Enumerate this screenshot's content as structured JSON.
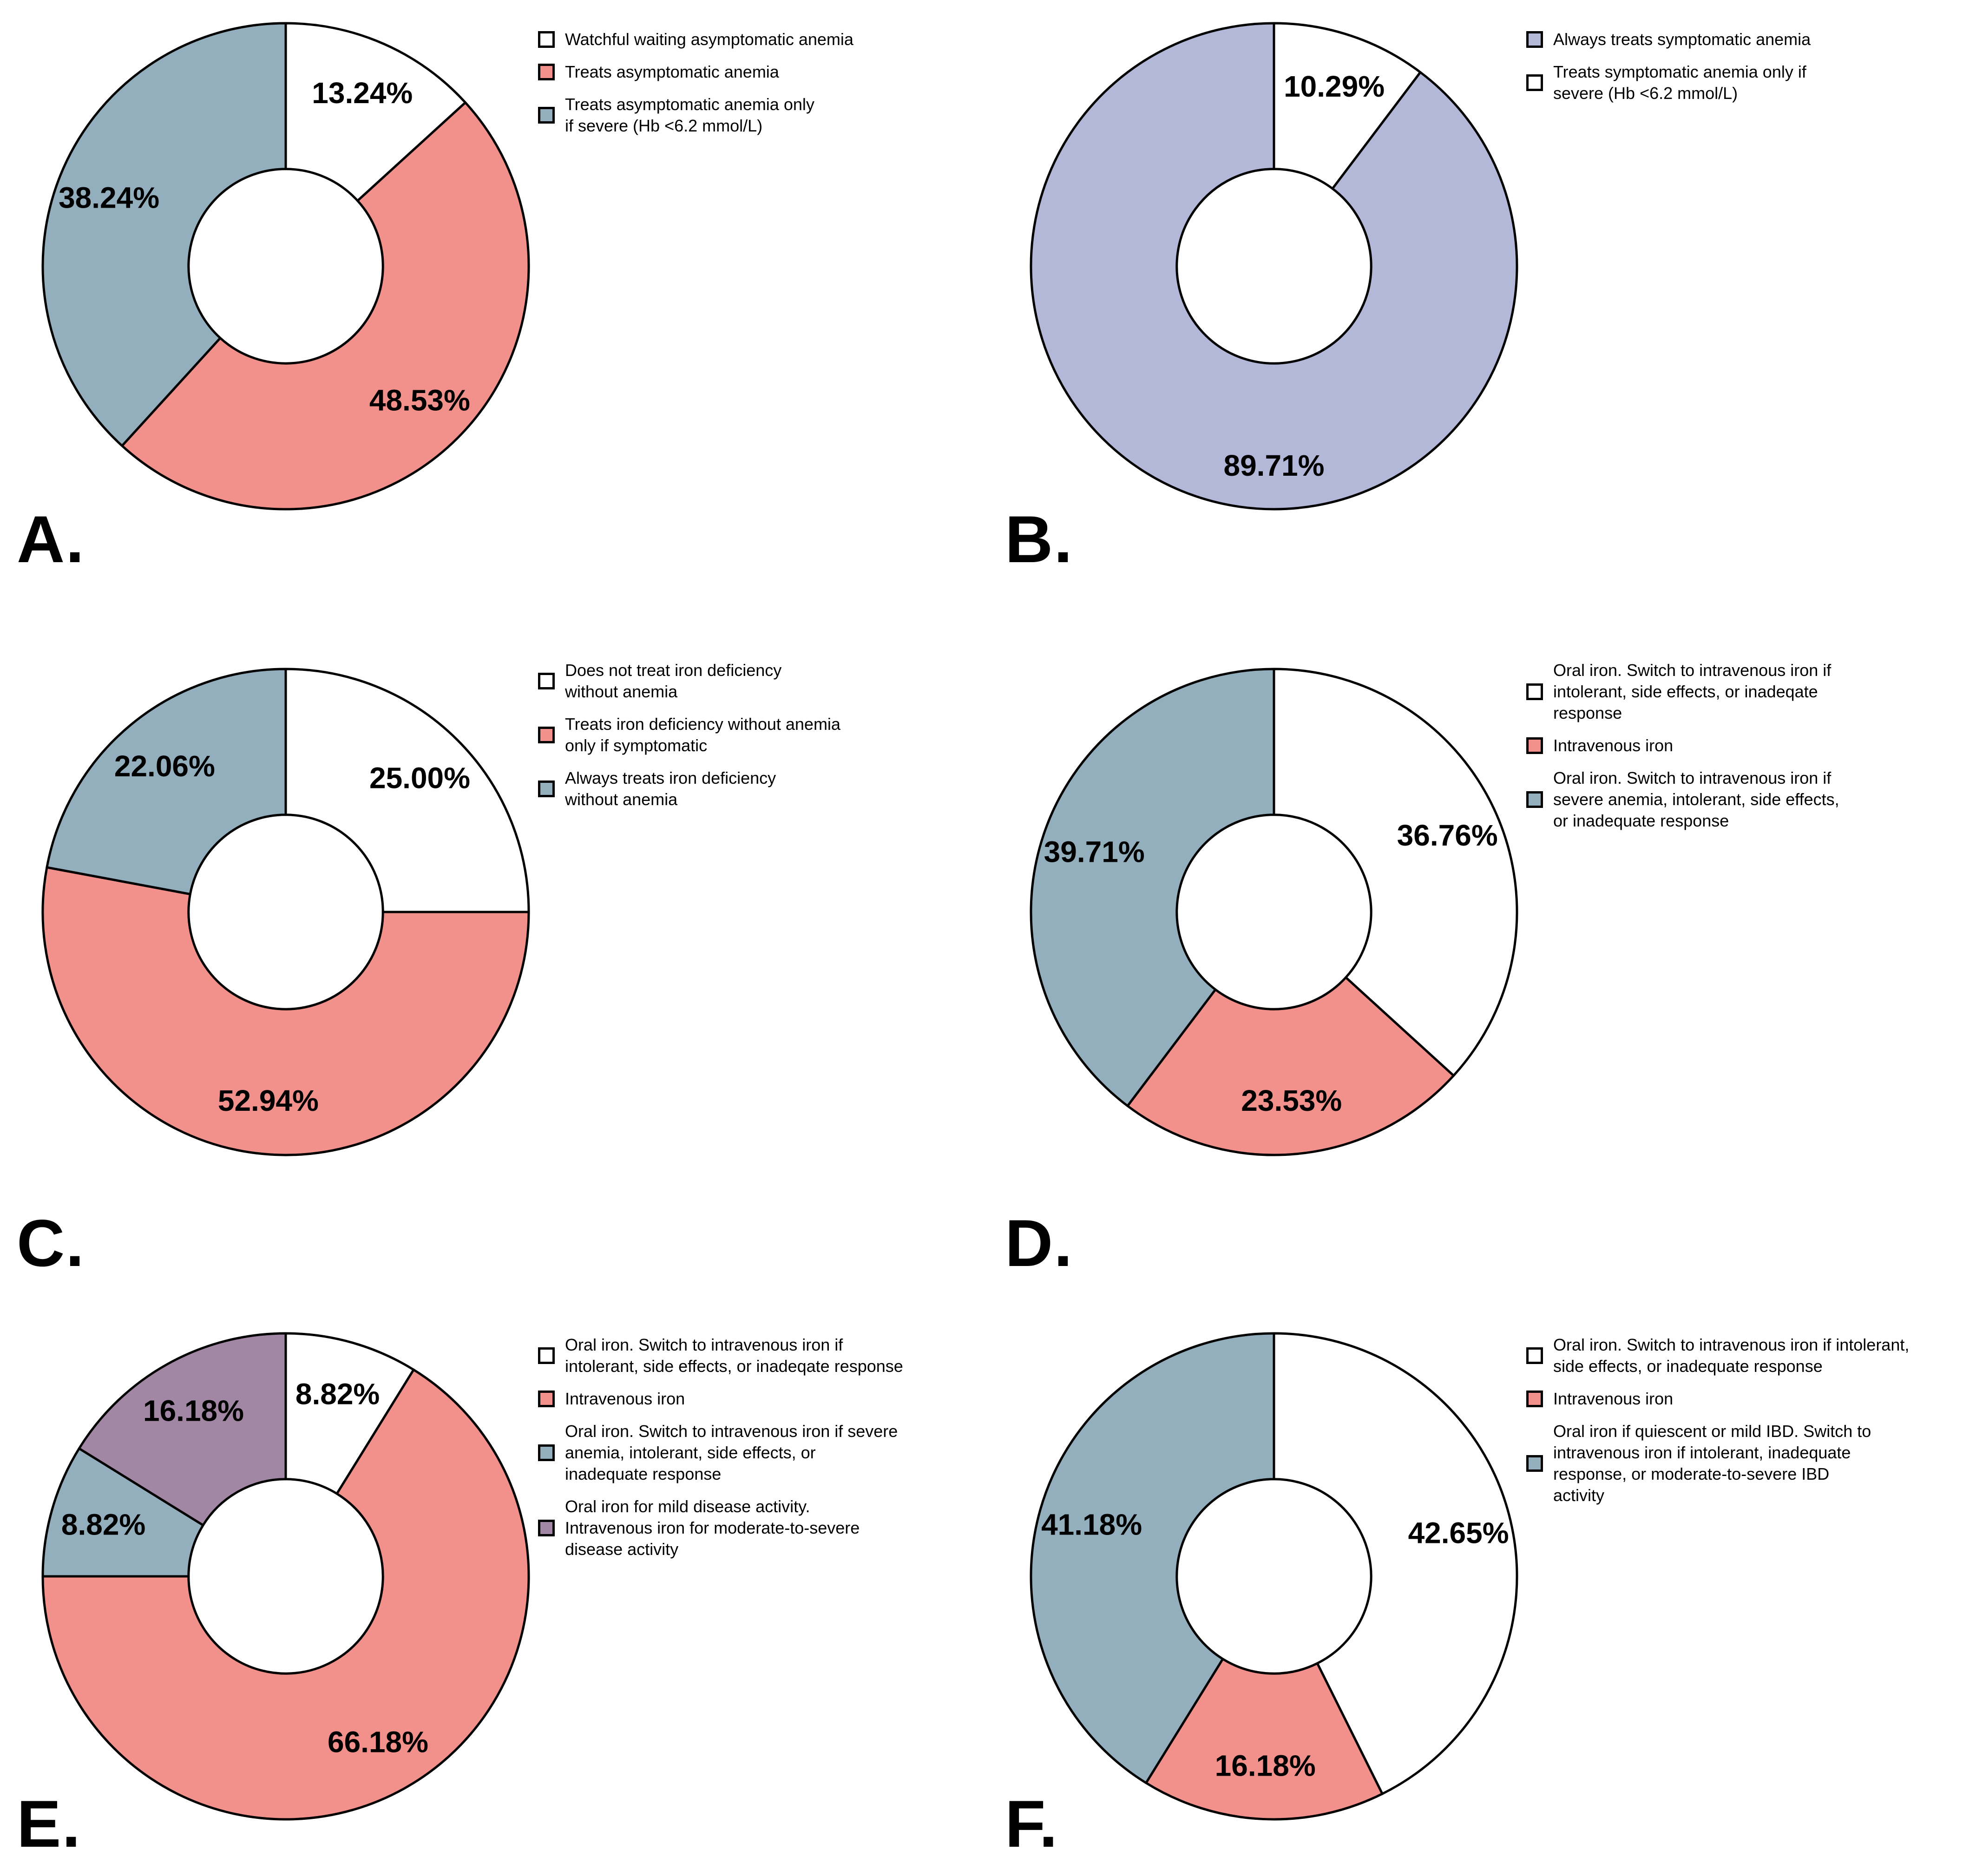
{
  "figure": {
    "background": "#ffffff",
    "text_color": "#000000",
    "outline_color": "#000000"
  },
  "palette": {
    "white": "#ffffff",
    "pink": "#F2908B",
    "blue": "#93AFBE",
    "lavender": "#B3B8D9",
    "purple": "#A287A4"
  },
  "chart_data": [
    {
      "type": "pie",
      "subtype": "donut",
      "panel_label": "A.",
      "hole_ratio": 0.4,
      "start_angle_deg": 0,
      "direction": "clockwise",
      "slices": [
        {
          "label": "Watchful waiting asymptomatic anemia",
          "value": 13.24,
          "pct_label": "13.24%",
          "color_key": "white"
        },
        {
          "label": "Treats asymptomatic anemia",
          "value": 48.53,
          "pct_label": "48.53%",
          "color_key": "pink"
        },
        {
          "label": "Treats asymptomatic anemia only if severe (Hb <6.2 mmol/L)",
          "value": 38.24,
          "pct_label": "38.24%",
          "color_key": "blue"
        }
      ],
      "legend": [
        {
          "color_key": "white",
          "lines": [
            "Watchful waiting asymptomatic anemia"
          ]
        },
        {
          "color_key": "pink",
          "lines": [
            "Treats asymptomatic anemia"
          ]
        },
        {
          "color_key": "blue",
          "lines": [
            "Treats asymptomatic anemia only",
            "if severe (Hb <6.2 mmol/L)"
          ]
        }
      ]
    },
    {
      "type": "pie",
      "subtype": "donut",
      "panel_label": "B.",
      "hole_ratio": 0.4,
      "start_angle_deg": 0,
      "direction": "clockwise",
      "slices": [
        {
          "label": "Treats symptomatic anemia only if severe (Hb <6.2 mmol/L)",
          "value": 10.29,
          "pct_label": "10.29%",
          "color_key": "white"
        },
        {
          "label": "Always treats symptomatic anemia",
          "value": 89.71,
          "pct_label": "89.71%",
          "color_key": "lavender",
          "label_angle_deg": 180,
          "label_r_ratio": 0.82
        }
      ],
      "legend": [
        {
          "color_key": "lavender",
          "lines": [
            "Always treats symptomatic anemia"
          ]
        },
        {
          "color_key": "white",
          "lines": [
            "Treats symptomatic anemia only if",
            "severe (Hb <6.2 mmol/L)"
          ]
        }
      ]
    },
    {
      "type": "pie",
      "subtype": "donut",
      "panel_label": "C.",
      "hole_ratio": 0.4,
      "start_angle_deg": 0,
      "direction": "clockwise",
      "slices": [
        {
          "label": "Does not treat iron deficiency without anemia",
          "value": 25.0,
          "pct_label": "25.00%",
          "color_key": "white"
        },
        {
          "label": "Treats iron deficiency without anemia only if symptomatic",
          "value": 52.94,
          "pct_label": "52.94%",
          "color_key": "pink"
        },
        {
          "label": "Always treats iron deficiency without anemia",
          "value": 22.06,
          "pct_label": "22.06%",
          "color_key": "blue"
        }
      ],
      "legend": [
        {
          "color_key": "white",
          "lines": [
            "Does not treat iron deficiency",
            "without anemia"
          ]
        },
        {
          "color_key": "pink",
          "lines": [
            "Treats iron deficiency without anemia",
            "only if symptomatic"
          ]
        },
        {
          "color_key": "blue",
          "lines": [
            "Always treats iron deficiency",
            "without anemia"
          ]
        }
      ]
    },
    {
      "type": "pie",
      "subtype": "donut",
      "panel_label": "D.",
      "hole_ratio": 0.4,
      "start_angle_deg": 0,
      "direction": "clockwise",
      "slices": [
        {
          "label": "Oral iron. Switch to intravenous iron if intolerant, side effects, or inadeqate response",
          "value": 36.76,
          "pct_label": "36.76%",
          "color_key": "white"
        },
        {
          "label": "Intravenous iron",
          "value": 23.53,
          "pct_label": "23.53%",
          "color_key": "pink"
        },
        {
          "label": "Oral iron. Switch to intravenous iron if severe anemia, intolerant, side effects, or inadequate response",
          "value": 39.71,
          "pct_label": "39.71%",
          "color_key": "blue"
        }
      ],
      "legend": [
        {
          "color_key": "white",
          "lines": [
            "Oral iron. Switch to intravenous iron if",
            "intolerant, side effects, or inadeqate",
            "response"
          ]
        },
        {
          "color_key": "pink",
          "lines": [
            "Intravenous iron"
          ]
        },
        {
          "color_key": "blue",
          "lines": [
            "Oral iron. Switch to intravenous iron if",
            "severe anemia, intolerant, side effects,",
            "or inadequate response"
          ]
        }
      ]
    },
    {
      "type": "pie",
      "subtype": "donut",
      "panel_label": "E.",
      "hole_ratio": 0.4,
      "start_angle_deg": 0,
      "direction": "clockwise",
      "slices": [
        {
          "label": "Oral iron. Switch to intravenous iron if intolerant, side effects, or inadeqate response",
          "value": 8.82,
          "pct_label": "8.82%",
          "color_key": "white"
        },
        {
          "label": "Intravenous iron",
          "value": 66.18,
          "pct_label": "66.18%",
          "color_key": "pink"
        },
        {
          "label": "Oral iron. Switch to intravenous iron if severe anemia, intolerant, side effects, or inadequate response",
          "value": 8.82,
          "pct_label": "8.82%",
          "color_key": "blue"
        },
        {
          "label": "Oral iron for mild disease activity. Intravenous iron for moderate-to-severe disease activity",
          "value": 16.18,
          "pct_label": "16.18%",
          "color_key": "purple"
        }
      ],
      "legend": [
        {
          "color_key": "white",
          "lines": [
            "Oral iron. Switch to intravenous iron if",
            "intolerant, side effects, or inadeqate response"
          ]
        },
        {
          "color_key": "pink",
          "lines": [
            "Intravenous iron"
          ]
        },
        {
          "color_key": "blue",
          "lines": [
            "Oral iron. Switch to intravenous iron if severe",
            "anemia, intolerant, side effects, or",
            "inadequate response"
          ]
        },
        {
          "color_key": "purple",
          "lines": [
            "Oral iron for mild disease activity.",
            "Intravenous iron for moderate-to-severe",
            "disease activity"
          ]
        }
      ]
    },
    {
      "type": "pie",
      "subtype": "donut",
      "panel_label": "F.",
      "hole_ratio": 0.4,
      "start_angle_deg": 0,
      "direction": "clockwise",
      "slices": [
        {
          "label": "Oral iron. Switch to intravenous iron if intolerant, side effects, or inadequate response",
          "value": 42.65,
          "pct_label": "42.65%",
          "color_key": "white"
        },
        {
          "label": "Intravenous iron",
          "value": 16.18,
          "pct_label": "16.18%",
          "color_key": "pink"
        },
        {
          "label": "Oral iron if quiescent or mild IBD. Switch to intravenous iron if intolerant, inadequate response, or moderate-to-severe IBD activity",
          "value": 41.18,
          "pct_label": "41.18%",
          "color_key": "blue"
        }
      ],
      "legend": [
        {
          "color_key": "white",
          "lines": [
            "Oral iron. Switch to intravenous iron if intolerant,",
            "side effects, or inadequate response"
          ]
        },
        {
          "color_key": "pink",
          "lines": [
            "Intravenous iron"
          ]
        },
        {
          "color_key": "blue",
          "lines": [
            "Oral iron if quiescent or mild IBD. Switch to",
            "intravenous iron if intolerant, inadequate",
            "response, or moderate-to-severe IBD",
            "activity"
          ]
        }
      ]
    }
  ]
}
